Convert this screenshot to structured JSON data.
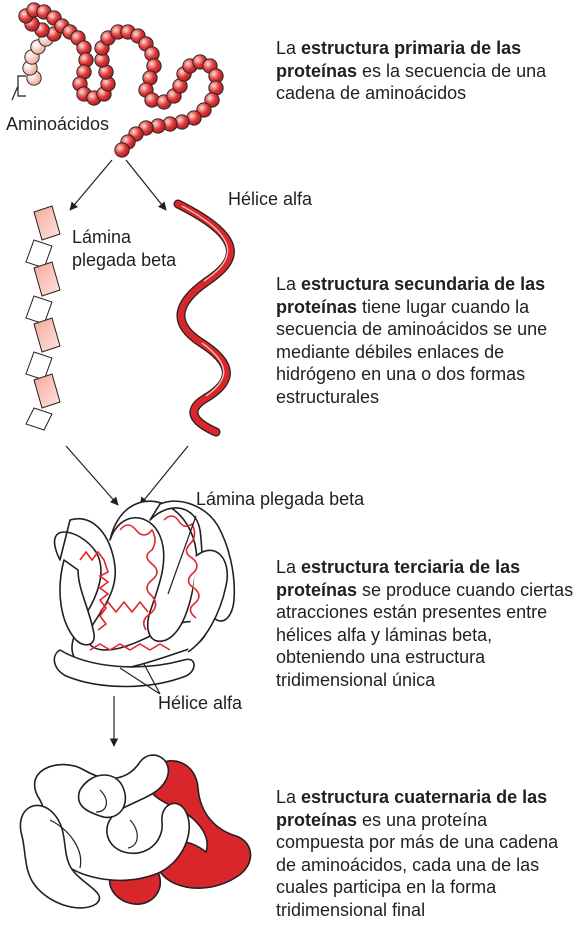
{
  "labels": {
    "aminoacidos": "Aminoácidos",
    "helice_alfa_top": "Hélice alfa",
    "lamina_l1": "Lámina",
    "lamina_l2": "plegada beta",
    "lamina_mid": "Lámina plegada beta",
    "helice_alfa_bottom": "Hélice alfa"
  },
  "descriptions": {
    "primaria": {
      "pre": "La ",
      "bold": "estructura primaria de las proteínas",
      "post": " es la secuencia de una cadena de aminoácidos"
    },
    "secundaria": {
      "pre": "La ",
      "bold": "estructura secundaria de las proteínas",
      "post": " tiene lugar cuando la secuencia de aminoácidos se une mediante débiles enlaces de hidrógeno en una o dos formas estructurales"
    },
    "terciaria": {
      "pre": "La ",
      "bold": "estructura terciaria de las proteínas",
      "post": " se produce cuando ciertas atracciones están presentes entre hélices alfa y láminas beta, obteniendo una estructura tridimensional única"
    },
    "cuaternaria": {
      "pre": "La ",
      "bold": "estructura cuaternaria de las proteínas",
      "post": " es una proteína compuesta por más de una cadena de aminoácidos, cada una de las cuales participa en la forma tridimensional final"
    }
  },
  "colors": {
    "bead": "#e0393b",
    "bead_light": "#f4b6a9",
    "sheet": "#f2aaa0",
    "helix": "#d9262b",
    "outline": "#231f20",
    "text": "#231f20"
  }
}
